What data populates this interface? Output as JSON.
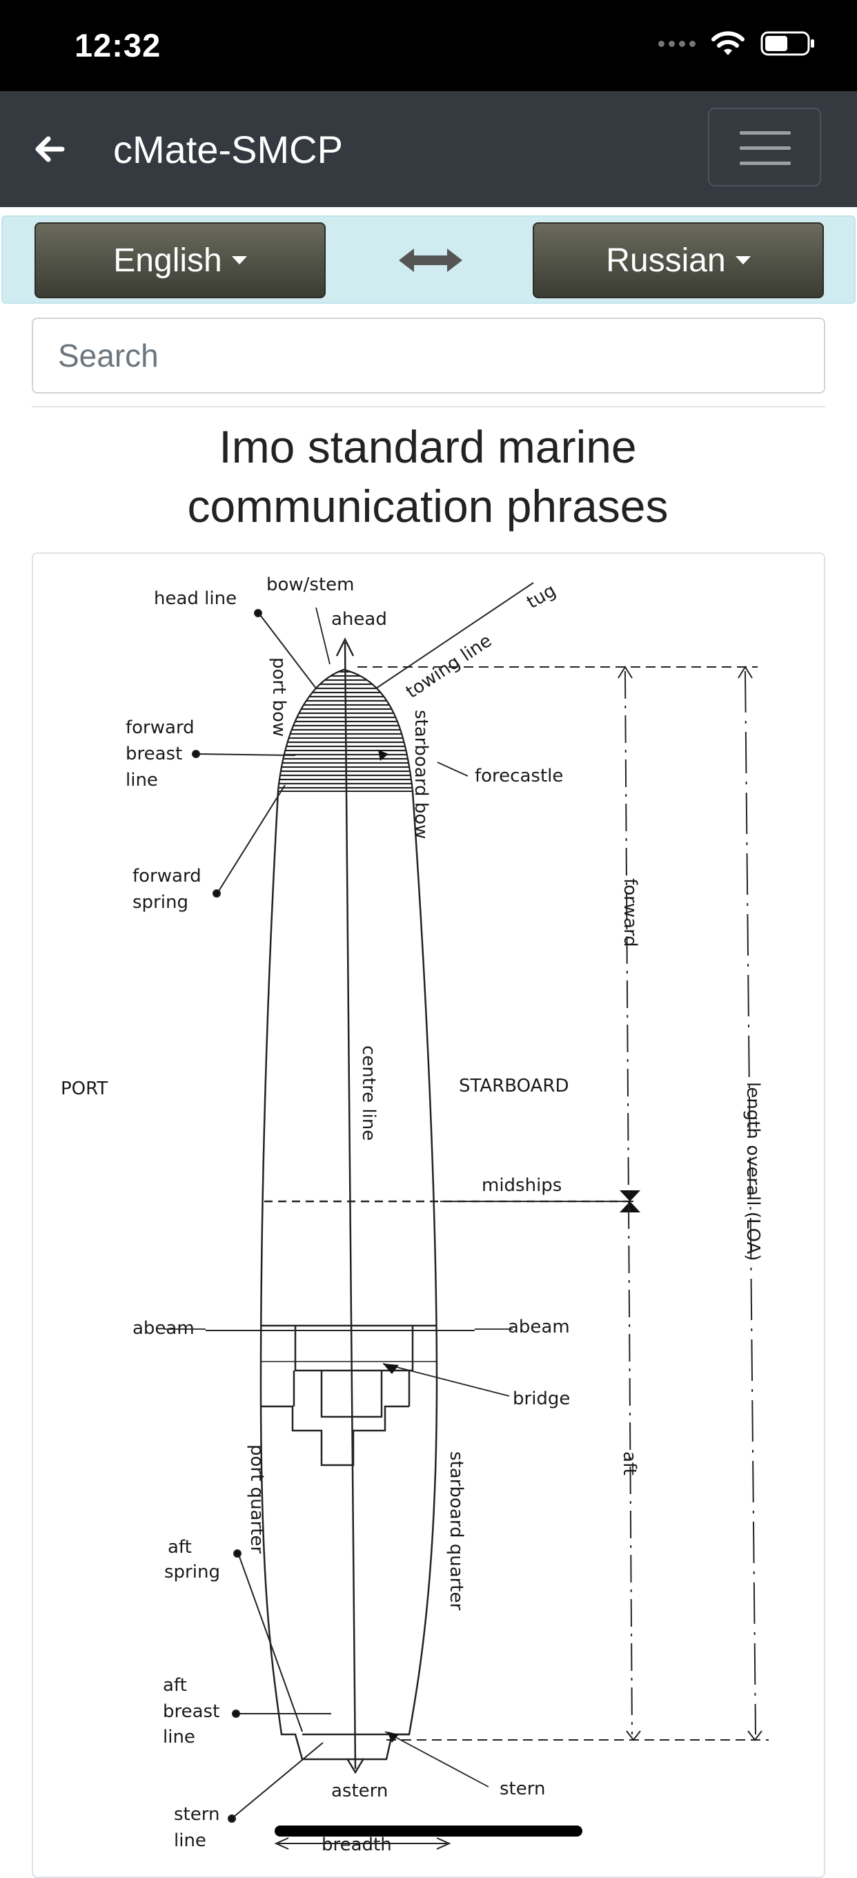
{
  "status": {
    "time": "12:32"
  },
  "navbar": {
    "title": "cMate-SMCP"
  },
  "languages": {
    "source": "English",
    "target": "Russian"
  },
  "search": {
    "placeholder": "Search"
  },
  "page": {
    "title_line1": "Imo standard marine",
    "title_line2": "communication phrases"
  },
  "diagram": {
    "labels": {
      "head_line": "head line",
      "bow_stem": "bow/stem",
      "ahead": "ahead",
      "tug": "tug",
      "towing_line": "towing line",
      "port_bow": "port bow",
      "forward_breast_line_1": "forward",
      "forward_breast_line_2": "breast",
      "forward_breast_line_3": "line",
      "starboard_bow": "starboard bow",
      "forecastle": "forecastle",
      "forward_spring_1": "forward",
      "forward_spring_2": "spring",
      "forward": "forward",
      "port": "PORT",
      "centre_line": "centre line",
      "starboard": "STARBOARD",
      "length_overall": "length overall (LOA)",
      "midships": "midships",
      "abeam_left": "abeam",
      "abeam_right": "abeam",
      "bridge": "bridge",
      "aft": "aft",
      "port_quarter": "port quarter",
      "starboard_quarter": "starboard quarter",
      "aft_spring_1": "aft",
      "aft_spring_2": "spring",
      "aft_breast_line_1": "aft",
      "aft_breast_line_2": "breast",
      "aft_breast_line_3": "line",
      "astern": "astern",
      "stern": "stern",
      "stern_line_1": "stern",
      "stern_line_2": "line",
      "breadth": "breadth"
    }
  }
}
